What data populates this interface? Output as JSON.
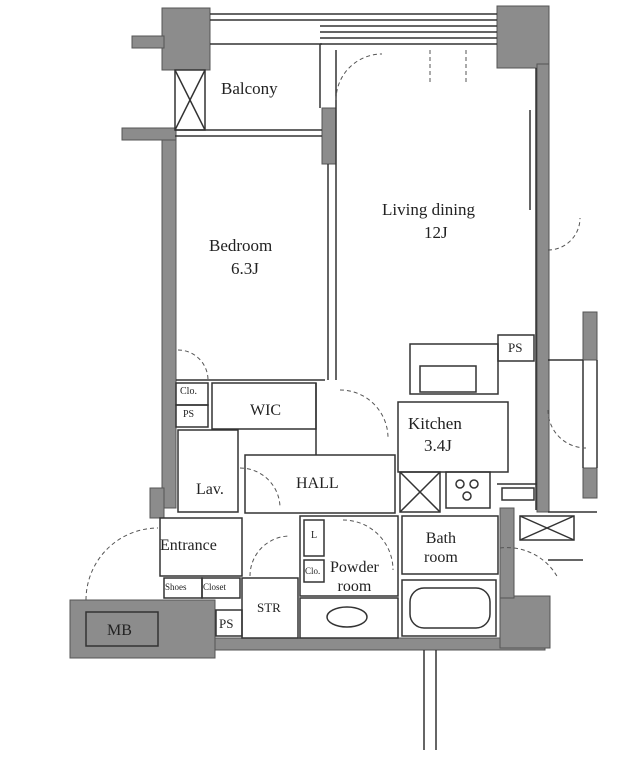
{
  "rooms": {
    "balcony": "Balcony",
    "living_dining": "Living dining",
    "living_dining_size": "12J",
    "bedroom": "Bedroom",
    "bedroom_size": "6.3J",
    "kitchen": "Kitchen",
    "kitchen_size": "3.4J",
    "wic": "WIC",
    "clo_bedroom": "Clo.",
    "ps_bedroom": "PS",
    "lav": "Lav.",
    "hall": "HALL",
    "entrance": "Entrance",
    "shoes": "Shoes",
    "closet": "Closet",
    "l_mark": "L",
    "clo_small": "Clo.",
    "powder_room": "Powder\nroom",
    "bath_room": "Bath\nroom",
    "str": "STR",
    "ps_bottom": "PS",
    "mb": "MB",
    "ps_kitchen": "PS"
  },
  "colors": {
    "wall_fill": "#8c8c8c",
    "wall_dark": "#7a7a7a",
    "line": "#333333",
    "thin": "#555555"
  }
}
